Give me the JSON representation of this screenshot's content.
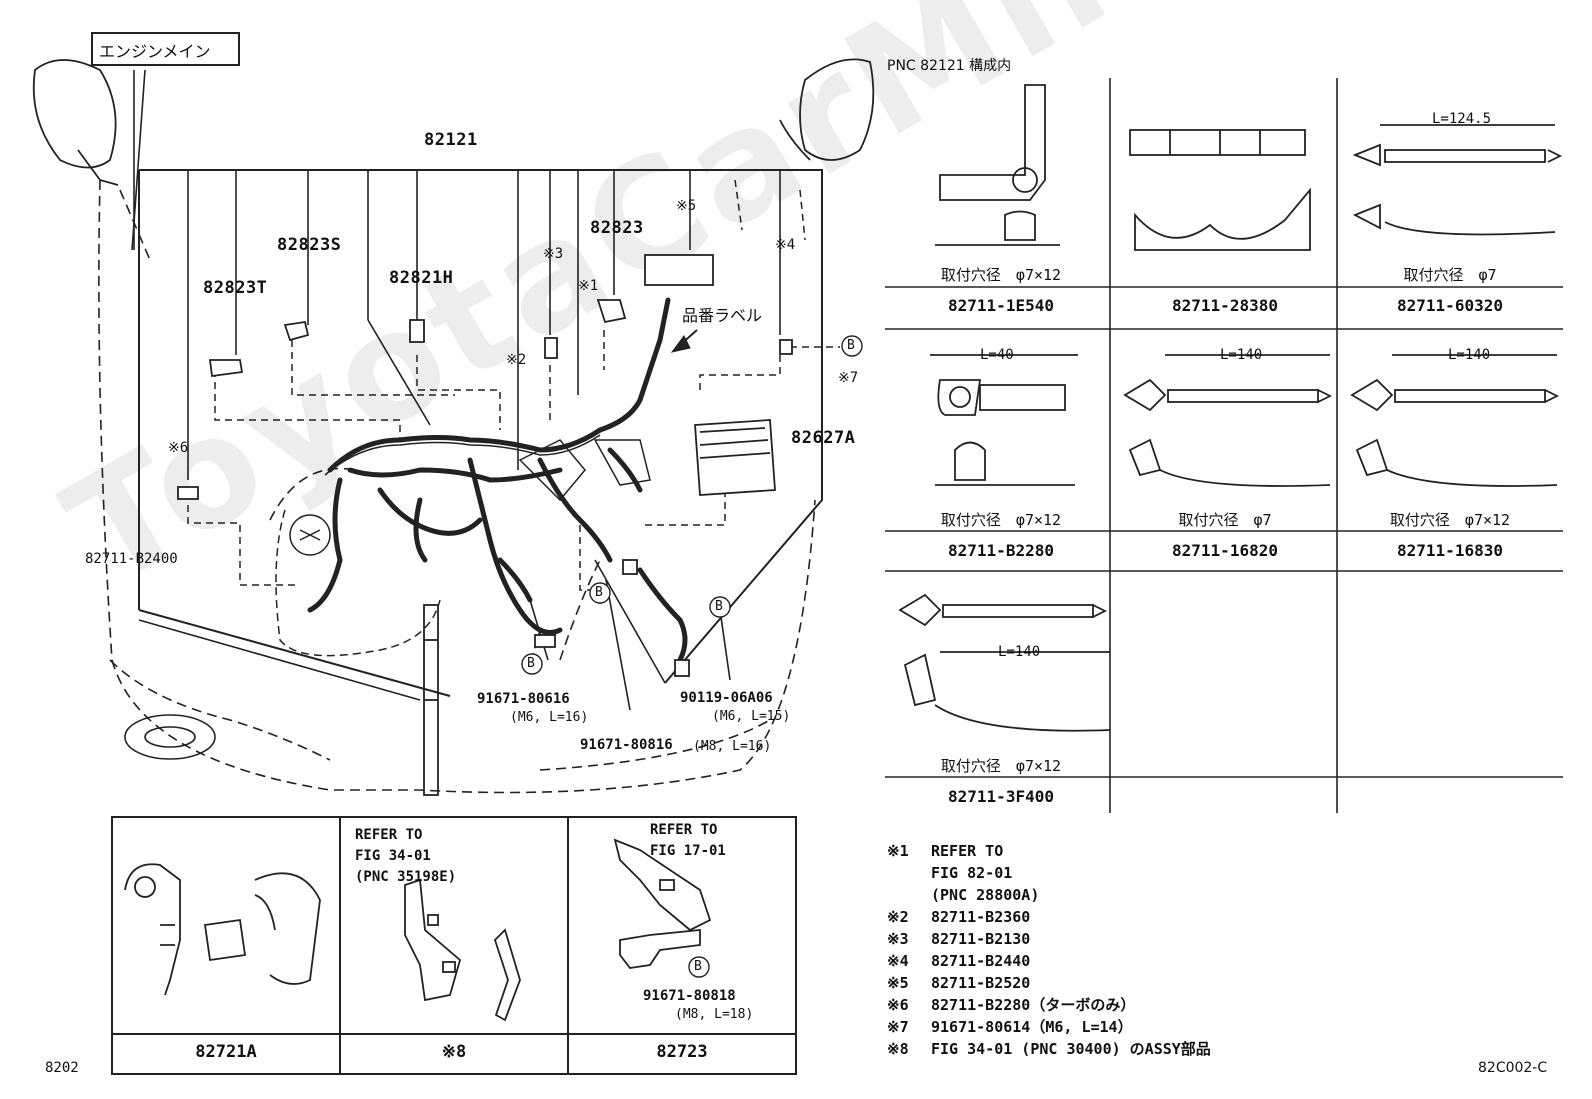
{
  "header_box": "エンジンメイン",
  "pnc_header": "PNC 82121 構成内",
  "main_labels": {
    "p82121": "82121",
    "p82823S": "82823S",
    "p82823T": "82823T",
    "p82821H": "82821H",
    "p82823": "82823",
    "s5": "※5",
    "s3": "※3",
    "s1": "※1",
    "s2": "※2",
    "s4": "※4",
    "s6": "※6",
    "s7": "※7",
    "label_tag": "品番ラベル",
    "p82627A": "82627A",
    "p82711B2400": "82711-B2400",
    "b1": "B",
    "b2": "B",
    "b3": "B",
    "b4": "B",
    "b5": "B",
    "bolt1_pn": "91671-80616",
    "bolt1_spec": "(M6, L=16)",
    "bolt2_pn": "90119-06A06",
    "bolt2_spec": "(M6, L=15)",
    "bolt3_pn": "91671-80816",
    "bolt3_spec": "(M8, L=16)"
  },
  "clip_table": {
    "rows": [
      [
        {
          "caption": "取付穴径　φ7×12",
          "part": "82711-1E540"
        },
        {
          "caption": "",
          "part": "82711-28380"
        },
        {
          "caption": "取付穴径　φ7",
          "part": "82711-60320",
          "dim": "L=124.5"
        }
      ],
      [
        {
          "caption": "取付穴径　φ7×12",
          "part": "82711-B2280",
          "dim": "L=40"
        },
        {
          "caption": "取付穴径　φ7",
          "part": "82711-16820",
          "dim": "L=140"
        },
        {
          "caption": "取付穴径　φ7×12",
          "part": "82711-16830",
          "dim": "L=140"
        }
      ],
      [
        {
          "caption": "取付穴径　φ7×12",
          "part": "82711-3F400",
          "dim": "L=140"
        },
        {
          "caption": "",
          "part": ""
        },
        {
          "caption": "",
          "part": ""
        }
      ]
    ]
  },
  "bottom_panels": [
    {
      "part": "82721A",
      "refer": [],
      "bolt": "",
      "bolt_spec": ""
    },
    {
      "part": "※8",
      "refer": [
        "REFER TO",
        "FIG 34-01",
        "(PNC 35198E)"
      ],
      "bolt": "",
      "bolt_spec": ""
    },
    {
      "part": "82723",
      "refer": [
        "REFER TO",
        "FIG 17-01"
      ],
      "bolt": "91671-80818",
      "bolt_spec": "(M8, L=18)",
      "b": "B"
    }
  ],
  "notes": [
    {
      "key": "※1",
      "text": "REFER TO"
    },
    {
      "key": "",
      "text": "FIG 82-01"
    },
    {
      "key": "",
      "text": "(PNC 28800A)"
    },
    {
      "key": "※2",
      "text": "82711-B2360"
    },
    {
      "key": "※3",
      "text": "82711-B2130"
    },
    {
      "key": "※4",
      "text": "82711-B2440"
    },
    {
      "key": "※5",
      "text": "82711-B2520"
    },
    {
      "key": "※6",
      "text": "82711-B2280（ターボのみ）"
    },
    {
      "key": "※7",
      "text": "91671-80614（M6, L=14）"
    },
    {
      "key": "※8",
      "text": "FIG 34-01 (PNC 30400) のASSY部品"
    }
  ],
  "footer_left": "8202",
  "footer_right": "82C002-C",
  "watermark": "ToyotaCarMine.ru"
}
